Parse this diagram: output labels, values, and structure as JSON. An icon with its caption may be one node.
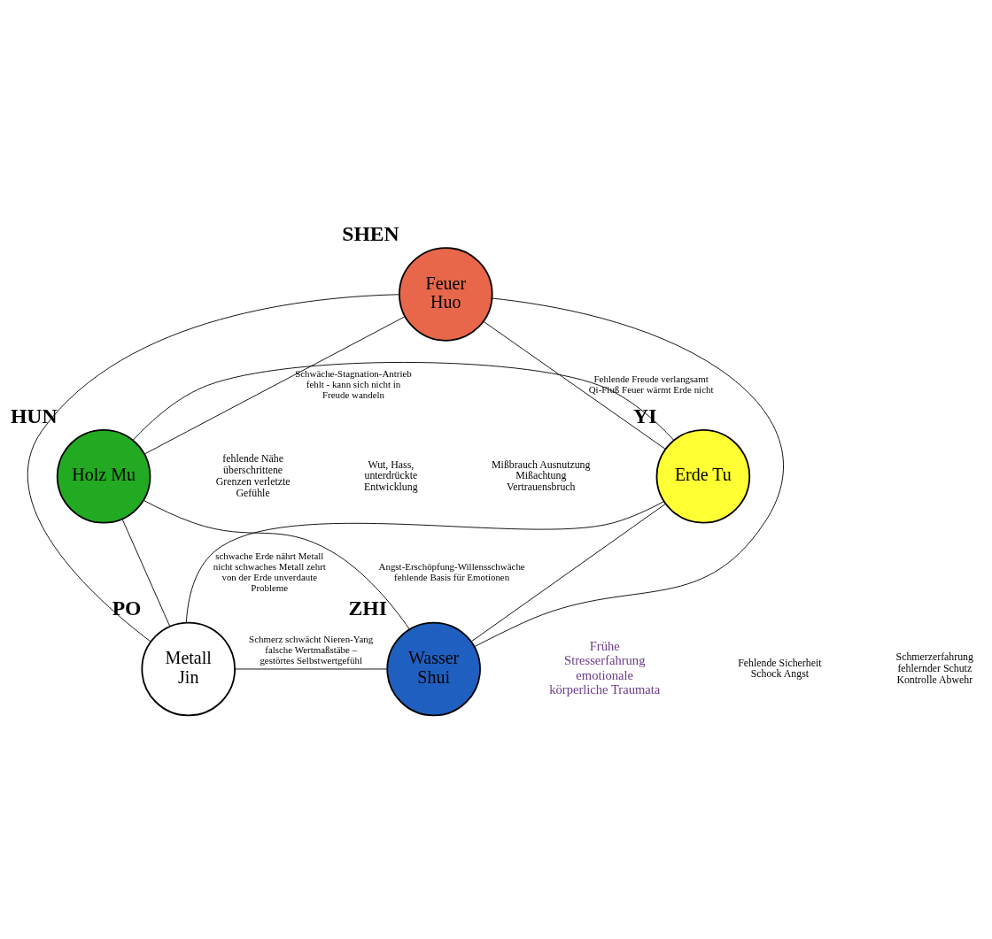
{
  "diagram": {
    "nodes": [
      {
        "text": [
          "Feuer Huo"
        ],
        "beside": [
          "SHEN"
        ]
      },
      {
        "text": [
          "Erde Tu"
        ],
        "beside": [
          "YI"
        ]
      },
      {
        "text": [
          "Metall Jin"
        ],
        "beside": [
          "PO"
        ]
      },
      {
        "text": [
          "Wasser Shui"
        ],
        "beside": [
          "ZHI"
        ]
      },
      {
        "text": [
          "Holz Mu"
        ],
        "beside": [
          "HUN"
        ]
      }
    ],
    "edges": [
      {
        "from": 0,
        "to": 1,
        "arrow": "none",
        "label": "Fehlende Freude verlangsamt Qi-Fluß Feuer wärmt Erde nicht"
      },
      {
        "from": 1,
        "to": 2,
        "arrow": "none",
        "label": "schwache Erde nährt Metall nicht schwaches Metall zehrt von der Erde unverdaute Probleme"
      },
      {
        "from": 2,
        "to": 3,
        "arrow": "none",
        "label": "Schmerz schwächt Nieren-Yang falsche Wertmaßstäbe – gestörtes Selbstwertgefühl"
      },
      {
        "from": 3,
        "to": 4,
        "arrow": "none",
        "label": "Angst-Erschöpfung-Willensschwäche fehlende Basis für Emotionen"
      },
      {
        "from": 4,
        "to": 0,
        "arrow": "none",
        "label": "Schwäche-Stagnation-Antrieb fehlt - kann sich nicht in Freude wandeln"
      },
      {
        "from": 0,
        "to": 3,
        "arrow": "none"
      },
      {
        "from": 0,
        "to": 2,
        "arrow": "none"
      },
      {
        "from": 4,
        "to": 1,
        "arrow": "none"
      },
      {
        "from": 4,
        "to": 2,
        "arrow": "none"
      },
      {
        "from": 1,
        "to": 3,
        "arrow": "none"
      }
    ],
    "labels": [
      "fehlende Nähe überschrittene Grenzen verletzte Gefühle",
      "Wut, Hass, unterdrückte Entwicklung",
      "Mißbrauch Ausnutzung Mißachtung Vertrauensbruch",
      "Frühe Stresserfahrung emotionale körperliche Traumata",
      "Fehlende Sicherheit Schock Angst",
      "Schmerzerfahrung fehlernder Schutz Kontrolle Abwehr"
    ]
  }
}
